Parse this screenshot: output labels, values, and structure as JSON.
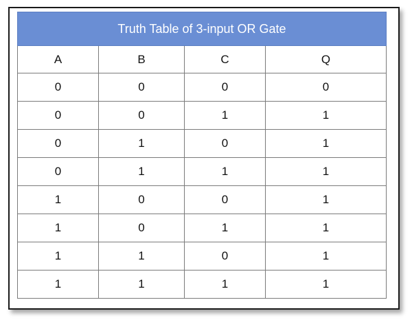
{
  "table": {
    "title": "Truth Table of 3-input OR Gate",
    "columns": [
      "A",
      "B",
      "C",
      "Q"
    ],
    "rows": [
      [
        "0",
        "0",
        "0",
        "0"
      ],
      [
        "0",
        "0",
        "1",
        "1"
      ],
      [
        "0",
        "1",
        "0",
        "1"
      ],
      [
        "0",
        "1",
        "1",
        "1"
      ],
      [
        "1",
        "0",
        "0",
        "1"
      ],
      [
        "1",
        "0",
        "1",
        "1"
      ],
      [
        "1",
        "1",
        "0",
        "1"
      ],
      [
        "1",
        "1",
        "1",
        "1"
      ]
    ]
  },
  "colors": {
    "header_bg": "#6a8ed4",
    "header_text": "#ffffff",
    "grid_line": "#7a7a7a",
    "frame_border": "#1a1a1a"
  }
}
